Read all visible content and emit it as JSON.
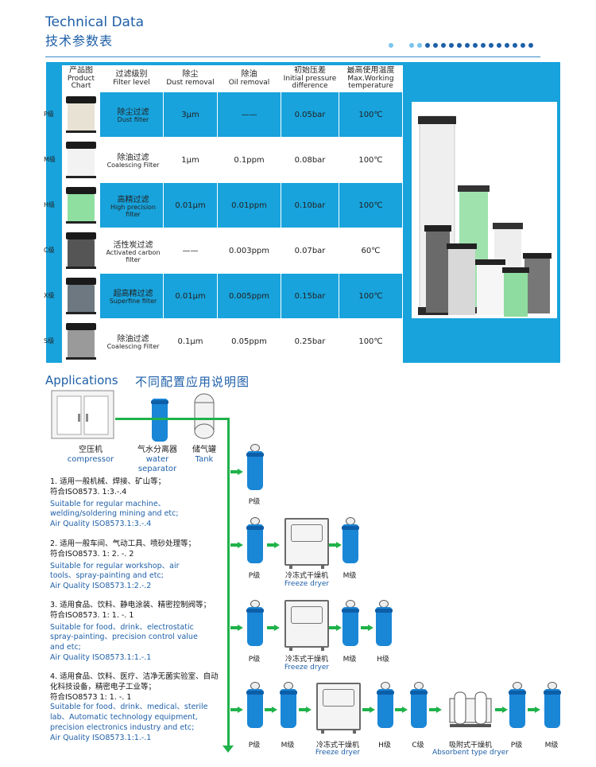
{
  "header": {
    "title_en": "Technical Data",
    "title_cn": "技术参数表"
  },
  "table": {
    "headers": [
      {
        "cn": "产品图",
        "en1": "Product",
        "en2": "Chart"
      },
      {
        "cn": "过滤级别",
        "en1": "Filter level",
        "en2": ""
      },
      {
        "cn": "除尘",
        "en1": "Dust removal",
        "en2": ""
      },
      {
        "cn": "除油",
        "en1": "Oil removal",
        "en2": ""
      },
      {
        "cn": "初始压差",
        "en1": "Initial pressure",
        "en2": "difference"
      },
      {
        "cn": "最高使用温度",
        "en1": "Max.Working",
        "en2": "temperature"
      }
    ],
    "rows": [
      {
        "grade": "P级",
        "name_cn": "除尘过滤",
        "name_en": "Dust filter",
        "dust": "3μm",
        "oil": "——",
        "pressure": "0.05bar",
        "temp": "100℃",
        "color": "#e8e2d4"
      },
      {
        "grade": "M级",
        "name_cn": "除油过滤",
        "name_en": "Coalescing Filter",
        "dust": "1μm",
        "oil": "0.1ppm",
        "pressure": "0.08bar",
        "temp": "100℃",
        "color": "#f2f2f2"
      },
      {
        "grade": "H级",
        "name_cn": "高精过滤",
        "name_en": "High precision filter",
        "dust": "0.01μm",
        "oil": "0.01ppm",
        "pressure": "0.10bar",
        "temp": "100℃",
        "color": "#8fe0a0"
      },
      {
        "grade": "C级",
        "name_cn": "活性炭过滤",
        "name_en": "Activated carbon filter",
        "dust": "——",
        "oil": "0.003ppm",
        "pressure": "0.07bar",
        "temp": "60℃",
        "color": "#555555"
      },
      {
        "grade": "X级",
        "name_cn": "超高精过滤",
        "name_en": "Superfine filter",
        "dust": "0.01μm",
        "oil": "0.005ppm",
        "pressure": "0.15bar",
        "temp": "100℃",
        "color": "#6d7880"
      },
      {
        "grade": "S级",
        "name_cn": "除油过滤",
        "name_en": "Coalescing Filter",
        "dust": "0.1μm",
        "oil": "0.05ppm",
        "pressure": "0.25bar",
        "temp": "100℃",
        "color": "#9a9a9a"
      }
    ]
  },
  "applications": {
    "title_en": "Applications",
    "title_cn": "不同配置应用说明图",
    "compressor": {
      "cn": "空压机",
      "en": "compressor"
    },
    "separator": {
      "cn": "气水分离器",
      "en": "water separator"
    },
    "tank": {
      "cn": "储气罐",
      "en": "Tank"
    },
    "freeze_dryer": {
      "cn": "冷冻式干燥机",
      "en": "Freeze dryer"
    },
    "absorbent_dryer": {
      "cn": "吸附式干燥机",
      "en": "Absorbent type dryer"
    },
    "steps": [
      {
        "cn1": "1. 适用一般机械、焊接、矿山等；",
        "cn2": "符合ISO8573. 1:3.-.4",
        "en": [
          "Suitable for regular machine、",
          "welding/soldering mining and etc;",
          "Air Quality ISO8573.1:3.-.4"
        ]
      },
      {
        "cn1": "2. 适用一般车间、气动工具、喷砂处理等；",
        "cn2": "符合ISO8573. 1: 2. -. 2",
        "en": [
          "Suitable for regular workshop、air",
          "tools、spray-painting and etc;",
          "Air Quality ISO8573.1:2.-.2"
        ]
      },
      {
        "cn1": "3. 适用食品、饮料、静电涂装、精密控制阀等；",
        "cn2": "符合ISO8573. 1: 1. -. 1",
        "en": [
          "Suitable for food、drink、electrostatic",
          "spray-painting、precision control value",
          "and etc;",
          "Air Quality ISO8573.1:1.-.1"
        ]
      },
      {
        "cn1": "4. 适用食品、饮料、医疗、洁净无菌实验室、自动",
        "cn1b": "化科技设备，精密电子工业等；",
        "cn2": "符合ISO8573 1: 1. -. 1",
        "en": [
          "Suitable for food、drink、medical、sterile",
          "lab、Automatic technology equipment,",
          "precision electronics industry and etc;",
          "Air Quality ISO8573.1:1.-.1"
        ]
      }
    ],
    "labels": {
      "p": "P级",
      "m": "M级",
      "h": "H级",
      "c": "C级"
    }
  }
}
